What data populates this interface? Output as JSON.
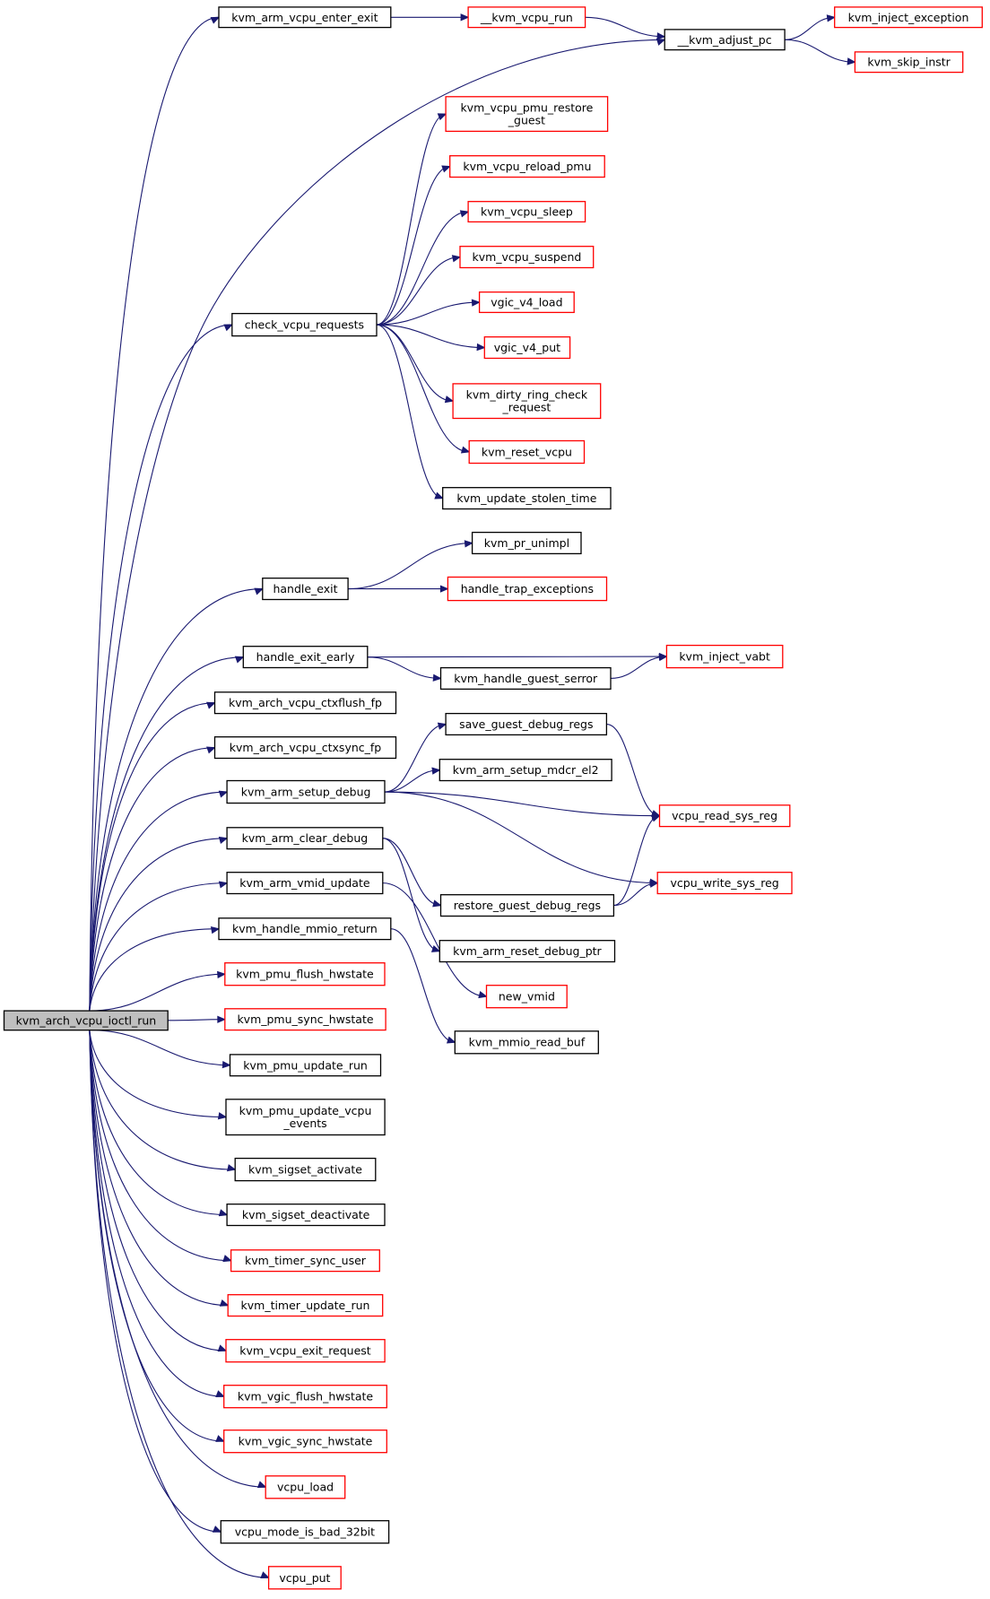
{
  "colors": {
    "edge": "#191970",
    "node_border": "#000000",
    "external_border": "#ff0000",
    "root_fill": "#bfbfbf"
  },
  "root": "kvm_arch_vcpu_ioctl_run",
  "nodes": [
    {
      "id": "root",
      "lines": [
        "kvm_arch_vcpu_ioctl_run"
      ],
      "style": "root"
    },
    {
      "id": "enter_exit",
      "lines": [
        "kvm_arm_vcpu_enter_exit"
      ],
      "style": "normal"
    },
    {
      "id": "kvm_vcpu_run",
      "lines": [
        "__kvm_vcpu_run"
      ],
      "style": "external"
    },
    {
      "id": "adjust_pc",
      "lines": [
        "__kvm_adjust_pc"
      ],
      "style": "normal"
    },
    {
      "id": "inject_exception",
      "lines": [
        "kvm_inject_exception"
      ],
      "style": "external"
    },
    {
      "id": "skip_instr",
      "lines": [
        "kvm_skip_instr"
      ],
      "style": "external"
    },
    {
      "id": "pmu_restore",
      "lines": [
        "kvm_vcpu_pmu_restore",
        "_guest"
      ],
      "style": "external"
    },
    {
      "id": "reload_pmu",
      "lines": [
        "kvm_vcpu_reload_pmu"
      ],
      "style": "external"
    },
    {
      "id": "vcpu_sleep",
      "lines": [
        "kvm_vcpu_sleep"
      ],
      "style": "external"
    },
    {
      "id": "vcpu_suspend",
      "lines": [
        "kvm_vcpu_suspend"
      ],
      "style": "external"
    },
    {
      "id": "check_req",
      "lines": [
        "check_vcpu_requests"
      ],
      "style": "normal"
    },
    {
      "id": "v4_load",
      "lines": [
        "vgic_v4_load"
      ],
      "style": "external"
    },
    {
      "id": "v4_put",
      "lines": [
        "vgic_v4_put"
      ],
      "style": "external"
    },
    {
      "id": "dirty_ring",
      "lines": [
        "kvm_dirty_ring_check",
        "_request"
      ],
      "style": "external"
    },
    {
      "id": "reset_vcpu",
      "lines": [
        "kvm_reset_vcpu"
      ],
      "style": "external"
    },
    {
      "id": "stolen_time",
      "lines": [
        "kvm_update_stolen_time"
      ],
      "style": "normal"
    },
    {
      "id": "pr_unimpl",
      "lines": [
        "kvm_pr_unimpl"
      ],
      "style": "normal"
    },
    {
      "id": "handle_exit",
      "lines": [
        "handle_exit"
      ],
      "style": "normal"
    },
    {
      "id": "trap_exc",
      "lines": [
        "handle_trap_exceptions"
      ],
      "style": "external"
    },
    {
      "id": "exit_early",
      "lines": [
        "handle_exit_early"
      ],
      "style": "normal"
    },
    {
      "id": "inject_vabt",
      "lines": [
        "kvm_inject_vabt"
      ],
      "style": "external"
    },
    {
      "id": "guest_serror",
      "lines": [
        "kvm_handle_guest_serror"
      ],
      "style": "normal"
    },
    {
      "id": "ctxflush",
      "lines": [
        "kvm_arch_vcpu_ctxflush_fp"
      ],
      "style": "normal"
    },
    {
      "id": "save_dbg",
      "lines": [
        "save_guest_debug_regs"
      ],
      "style": "normal"
    },
    {
      "id": "ctxsync",
      "lines": [
        "kvm_arch_vcpu_ctxsync_fp"
      ],
      "style": "normal"
    },
    {
      "id": "setup_mdcr",
      "lines": [
        "kvm_arm_setup_mdcr_el2"
      ],
      "style": "normal"
    },
    {
      "id": "setup_debug",
      "lines": [
        "kvm_arm_setup_debug"
      ],
      "style": "normal"
    },
    {
      "id": "read_sys_reg",
      "lines": [
        "vcpu_read_sys_reg"
      ],
      "style": "external"
    },
    {
      "id": "clear_debug",
      "lines": [
        "kvm_arm_clear_debug"
      ],
      "style": "normal"
    },
    {
      "id": "write_sys_reg",
      "lines": [
        "vcpu_write_sys_reg"
      ],
      "style": "external"
    },
    {
      "id": "vmid_update",
      "lines": [
        "kvm_arm_vmid_update"
      ],
      "style": "normal"
    },
    {
      "id": "restore_dbg",
      "lines": [
        "restore_guest_debug_regs"
      ],
      "style": "normal"
    },
    {
      "id": "mmio_return",
      "lines": [
        "kvm_handle_mmio_return"
      ],
      "style": "normal"
    },
    {
      "id": "reset_dbg_ptr",
      "lines": [
        "kvm_arm_reset_debug_ptr"
      ],
      "style": "normal"
    },
    {
      "id": "pmu_flush",
      "lines": [
        "kvm_pmu_flush_hwstate"
      ],
      "style": "external"
    },
    {
      "id": "new_vmid",
      "lines": [
        "new_vmid"
      ],
      "style": "external"
    },
    {
      "id": "pmu_sync",
      "lines": [
        "kvm_pmu_sync_hwstate"
      ],
      "style": "external"
    },
    {
      "id": "mmio_read_buf",
      "lines": [
        "kvm_mmio_read_buf"
      ],
      "style": "normal"
    },
    {
      "id": "pmu_update_run",
      "lines": [
        "kvm_pmu_update_run"
      ],
      "style": "normal"
    },
    {
      "id": "pmu_update_events",
      "lines": [
        "kvm_pmu_update_vcpu",
        "_events"
      ],
      "style": "normal"
    },
    {
      "id": "sigset_act",
      "lines": [
        "kvm_sigset_activate"
      ],
      "style": "normal"
    },
    {
      "id": "sigset_deact",
      "lines": [
        "kvm_sigset_deactivate"
      ],
      "style": "normal"
    },
    {
      "id": "timer_sync",
      "lines": [
        "kvm_timer_sync_user"
      ],
      "style": "external"
    },
    {
      "id": "timer_update",
      "lines": [
        "kvm_timer_update_run"
      ],
      "style": "external"
    },
    {
      "id": "exit_request",
      "lines": [
        "kvm_vcpu_exit_request"
      ],
      "style": "external"
    },
    {
      "id": "vgic_flush",
      "lines": [
        "kvm_vgic_flush_hwstate"
      ],
      "style": "external"
    },
    {
      "id": "vgic_sync",
      "lines": [
        "kvm_vgic_sync_hwstate"
      ],
      "style": "external"
    },
    {
      "id": "vcpu_load",
      "lines": [
        "vcpu_load"
      ],
      "style": "external"
    },
    {
      "id": "bad_32bit",
      "lines": [
        "vcpu_mode_is_bad_32bit"
      ],
      "style": "normal"
    },
    {
      "id": "vcpu_put",
      "lines": [
        "vcpu_put"
      ],
      "style": "external"
    }
  ],
  "edges": [
    [
      "root",
      "enter_exit"
    ],
    [
      "root",
      "adjust_pc"
    ],
    [
      "root",
      "check_req"
    ],
    [
      "root",
      "handle_exit"
    ],
    [
      "root",
      "exit_early"
    ],
    [
      "root",
      "ctxflush"
    ],
    [
      "root",
      "ctxsync"
    ],
    [
      "root",
      "setup_debug"
    ],
    [
      "root",
      "clear_debug"
    ],
    [
      "root",
      "vmid_update"
    ],
    [
      "root",
      "mmio_return"
    ],
    [
      "root",
      "pmu_flush"
    ],
    [
      "root",
      "pmu_sync"
    ],
    [
      "root",
      "pmu_update_run"
    ],
    [
      "root",
      "pmu_update_events"
    ],
    [
      "root",
      "sigset_act"
    ],
    [
      "root",
      "sigset_deact"
    ],
    [
      "root",
      "timer_sync"
    ],
    [
      "root",
      "timer_update"
    ],
    [
      "root",
      "exit_request"
    ],
    [
      "root",
      "vgic_flush"
    ],
    [
      "root",
      "vgic_sync"
    ],
    [
      "root",
      "vcpu_load"
    ],
    [
      "root",
      "bad_32bit"
    ],
    [
      "root",
      "vcpu_put"
    ],
    [
      "enter_exit",
      "kvm_vcpu_run"
    ],
    [
      "kvm_vcpu_run",
      "adjust_pc"
    ],
    [
      "adjust_pc",
      "inject_exception"
    ],
    [
      "adjust_pc",
      "skip_instr"
    ],
    [
      "check_req",
      "pmu_restore"
    ],
    [
      "check_req",
      "reload_pmu"
    ],
    [
      "check_req",
      "vcpu_sleep"
    ],
    [
      "check_req",
      "vcpu_suspend"
    ],
    [
      "check_req",
      "v4_load"
    ],
    [
      "check_req",
      "v4_put"
    ],
    [
      "check_req",
      "dirty_ring"
    ],
    [
      "check_req",
      "reset_vcpu"
    ],
    [
      "check_req",
      "stolen_time"
    ],
    [
      "handle_exit",
      "pr_unimpl"
    ],
    [
      "handle_exit",
      "trap_exc"
    ],
    [
      "exit_early",
      "inject_vabt"
    ],
    [
      "exit_early",
      "guest_serror"
    ],
    [
      "guest_serror",
      "inject_vabt"
    ],
    [
      "setup_debug",
      "save_dbg"
    ],
    [
      "setup_debug",
      "setup_mdcr"
    ],
    [
      "setup_debug",
      "read_sys_reg"
    ],
    [
      "setup_debug",
      "write_sys_reg"
    ],
    [
      "save_dbg",
      "read_sys_reg"
    ],
    [
      "clear_debug",
      "restore_dbg"
    ],
    [
      "clear_debug",
      "reset_dbg_ptr"
    ],
    [
      "restore_dbg",
      "read_sys_reg"
    ],
    [
      "restore_dbg",
      "write_sys_reg"
    ],
    [
      "vmid_update",
      "new_vmid"
    ],
    [
      "mmio_return",
      "mmio_read_buf"
    ]
  ]
}
